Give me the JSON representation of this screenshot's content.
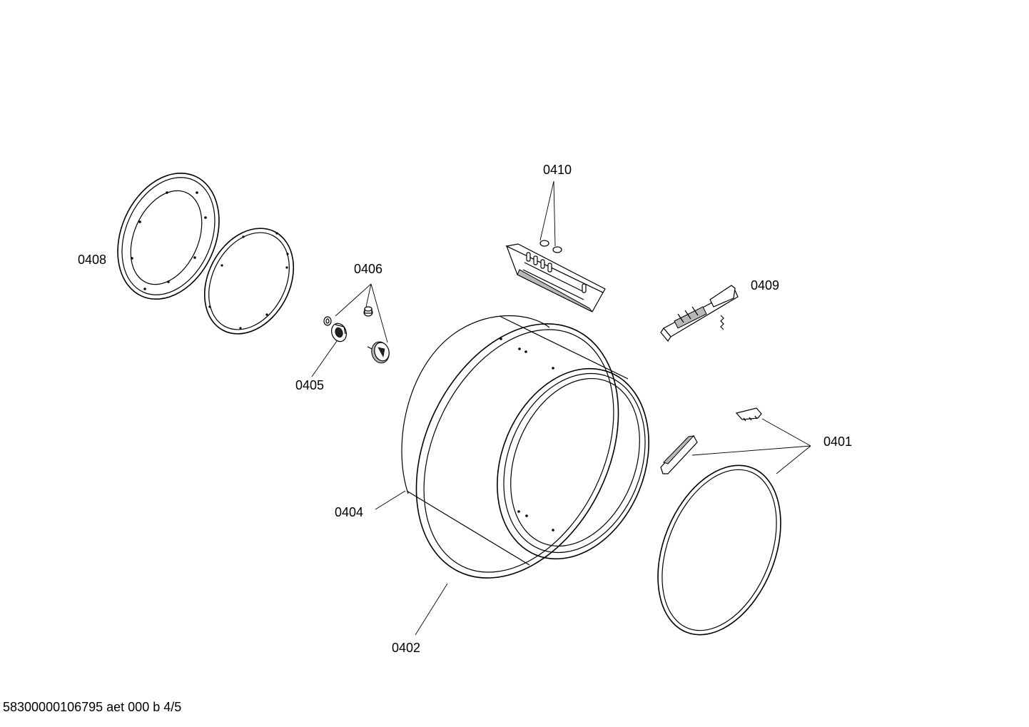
{
  "diagram": {
    "labels": {
      "p0401": "0401",
      "p0402": "0402",
      "p0404": "0404",
      "p0405": "0405",
      "p0406": "0406",
      "p0408": "0408",
      "p0409": "0409",
      "p0410": "0410"
    },
    "footer": "58300000106795 aet 000 b 4/5",
    "colors": {
      "line": "#000000",
      "background": "#ffffff"
    }
  }
}
